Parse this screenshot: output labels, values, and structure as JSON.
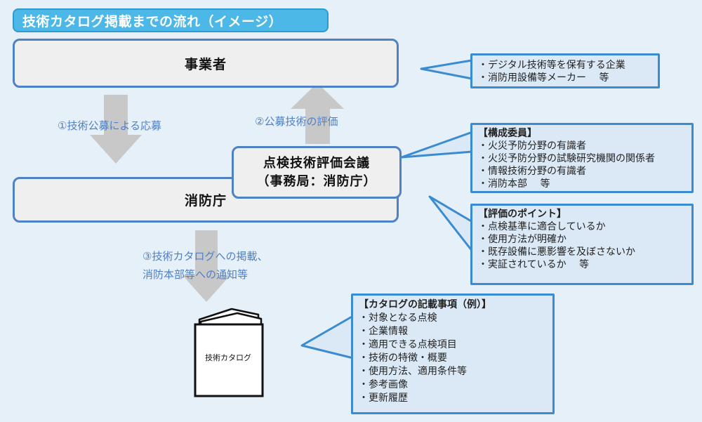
{
  "title": "技術カタログ掲載までの流れ（イメージ）",
  "entities": {
    "jigyosha": "事業者",
    "shobocho": "消防庁",
    "kaigi_line1": "点検技術評価会議",
    "kaigi_line2": "（事務局：消防庁）"
  },
  "flows": {
    "step1": "①技術公募による応募",
    "step2": "②公募技術の評価",
    "step3_line1": "③技術カタログへの掲載、",
    "step3_line2": "消防本部等への通知等"
  },
  "notes": {
    "jigyosha": [
      "・デジタル技術等を保有する企業",
      "・消防用設備等メーカー　 等"
    ],
    "members": {
      "heading": "【構成委員】",
      "items": [
        "・火災予防分野の有識者",
        "・火災予防分野の試験研究機関の関係者",
        "・情報技術分野の有識者",
        "・消防本部　 等"
      ]
    },
    "points": {
      "heading": "【評価のポイント】",
      "items": [
        "・点検基準に適合しているか",
        "・使用方法が明確か",
        "・既存設備に悪影響を及ぼさないか",
        "・実証されているか　 等"
      ]
    },
    "catalog": {
      "heading": "【カタログの記載事項（例）】",
      "items": [
        "・対象となる点検",
        "・企業情報",
        "・適用できる点検項目",
        "・技術の特徴・概要",
        "・使用方法、適用条件等",
        "・参考画像",
        "・更新履歴"
      ]
    }
  },
  "catalog_label": "技術カタログ",
  "colors": {
    "background": "#e6f0f8",
    "title_fill": "#4bb8e8",
    "entity_border": "#4f82c4",
    "note_border": "#3a8bd0",
    "note_fill": "#dbe9f6",
    "arrow": "#c8c8c8",
    "flow_text": "#4f7fc4"
  }
}
